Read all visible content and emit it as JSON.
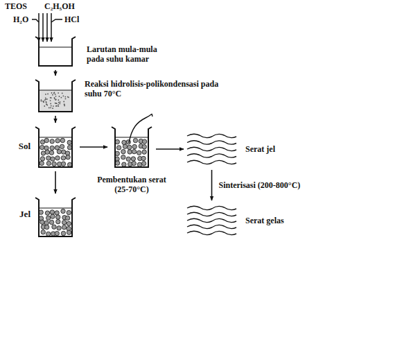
{
  "diagram": {
    "nodes": [
      {
        "text": [
          "Larutan mula-mula pada suhu kamar"
        ]
      },
      {
        "text": [
          "Reaksi hidrolisis-polikondensasi pada suhu 70°C"
        ]
      },
      {
        "text": [
          "Sol"
        ]
      },
      {
        "text": [
          "Pembentukan serat (25-70°C)"
        ]
      },
      {
        "text": [
          "Serat jel"
        ]
      },
      {
        "text": [
          "Jel"
        ]
      },
      {
        "text": [
          "Serat gelas"
        ]
      }
    ],
    "edges": [
      {
        "from": 0,
        "to": 1,
        "arrow": "to"
      },
      {
        "from": 1,
        "to": 2,
        "arrow": "to"
      },
      {
        "from": 2,
        "to": 3,
        "arrow": "to"
      },
      {
        "from": 3,
        "to": 4,
        "arrow": "to"
      },
      {
        "from": 2,
        "to": 5,
        "arrow": "to"
      },
      {
        "from": 4,
        "to": 6,
        "label": "Sinterisasi (200-800°C)",
        "arrow": "to"
      }
    ],
    "labels": [
      "TEOS",
      "C₂H₅OH",
      "H₂O",
      "HCl"
    ]
  }
}
